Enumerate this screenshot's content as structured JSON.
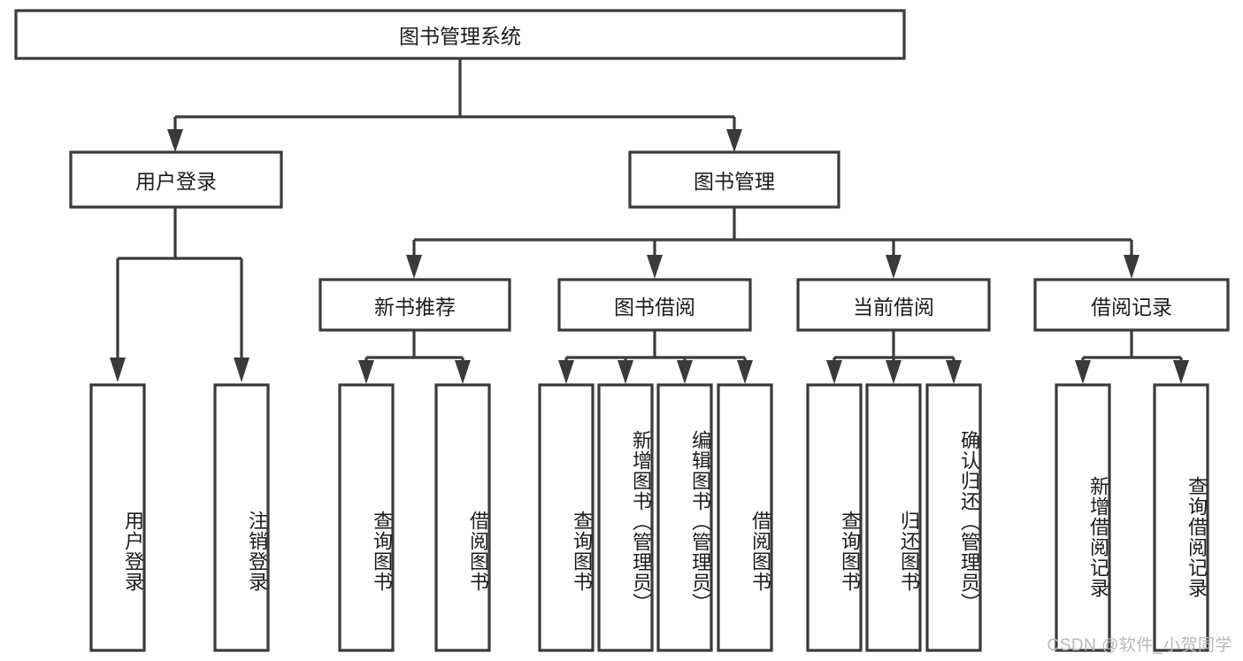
{
  "diagram": {
    "type": "tree-hierarchy",
    "title": "图书管理系统",
    "orientation": "top-down",
    "colors": {
      "stroke": "#3a3a3a",
      "box_fill": "#ffffff",
      "text": "#1c1c1c",
      "background": "#ffffff",
      "watermark": "#b9b9b9"
    },
    "levels": {
      "root": {
        "label": "图书管理系统",
        "orientation": "horizontal"
      },
      "level2": [
        {
          "label": "用户登录",
          "orientation": "horizontal"
        },
        {
          "label": "图书管理",
          "orientation": "horizontal"
        }
      ],
      "level3": [
        {
          "label": "新书推荐",
          "orientation": "horizontal",
          "parent": "图书管理"
        },
        {
          "label": "图书借阅",
          "orientation": "horizontal",
          "parent": "图书管理"
        },
        {
          "label": "当前借阅",
          "orientation": "horizontal",
          "parent": "图书管理"
        },
        {
          "label": "借阅记录",
          "orientation": "horizontal",
          "parent": "图书管理"
        }
      ],
      "leaves": [
        {
          "label": "用户登录",
          "orientation": "vertical",
          "parent": "用户登录"
        },
        {
          "label": "注销登录",
          "orientation": "vertical",
          "parent": "用户登录"
        },
        {
          "label": "查询图书",
          "orientation": "vertical",
          "parent": "新书推荐"
        },
        {
          "label": "借阅图书",
          "orientation": "vertical",
          "parent": "新书推荐"
        },
        {
          "label": "查询图书",
          "orientation": "vertical",
          "parent": "图书借阅"
        },
        {
          "label": "新增图书（管理员）",
          "orientation": "vertical",
          "parent": "图书借阅"
        },
        {
          "label": "编辑图书（管理员）",
          "orientation": "vertical",
          "parent": "图书借阅"
        },
        {
          "label": "借阅图书",
          "orientation": "vertical",
          "parent": "图书借阅"
        },
        {
          "label": "查询图书",
          "orientation": "vertical",
          "parent": "当前借阅"
        },
        {
          "label": "归还图书",
          "orientation": "vertical",
          "parent": "当前借阅"
        },
        {
          "label": "确认归还（管理员）",
          "orientation": "vertical",
          "parent": "当前借阅"
        },
        {
          "label": "新增借阅记录",
          "orientation": "vertical",
          "parent": "借阅记录"
        },
        {
          "label": "查询借阅记录",
          "orientation": "vertical",
          "parent": "借阅记录"
        }
      ]
    }
  },
  "watermark": {
    "text": "CSDN @软件_小贺同学"
  }
}
